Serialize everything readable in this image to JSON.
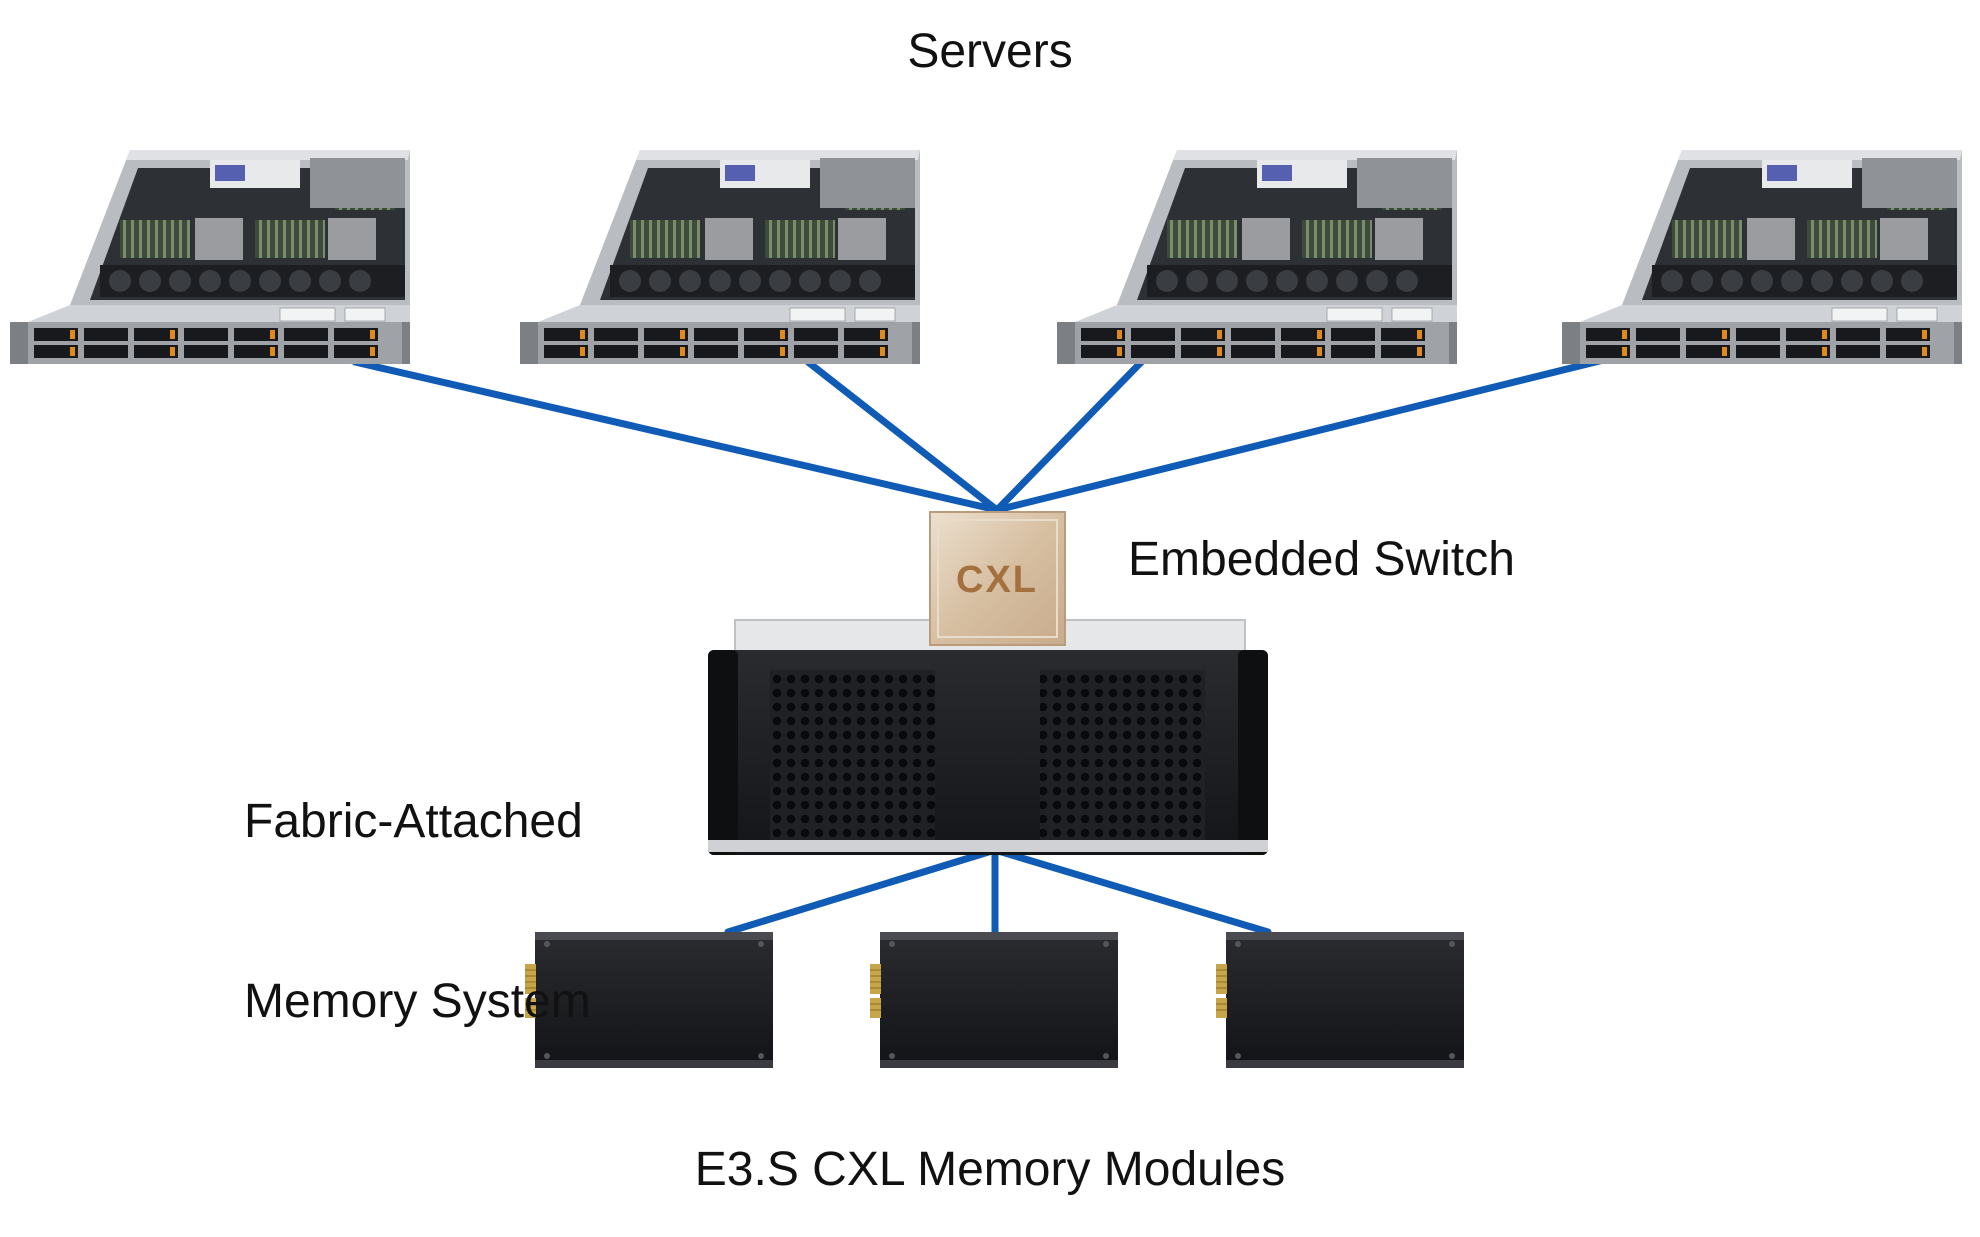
{
  "labels": {
    "servers": "Servers",
    "embedded_switch": "Embedded Switch",
    "fam_line1": "Fabric-Attached",
    "fam_line2": "Memory System",
    "modules": "E3.S CXL Memory Modules"
  },
  "chip": {
    "text": "CXL"
  },
  "colors": {
    "link": "#0f5bb5",
    "server_body": "#c9ccd0",
    "chassis": "#1c1d20",
    "module": "#1a1b1e",
    "chip": "#d9c3a8"
  },
  "nodes": {
    "servers": [
      "server-rack",
      "server-rack",
      "server-rack",
      "server-rack"
    ],
    "modules": [
      "memory-module",
      "memory-module",
      "memory-module"
    ]
  }
}
